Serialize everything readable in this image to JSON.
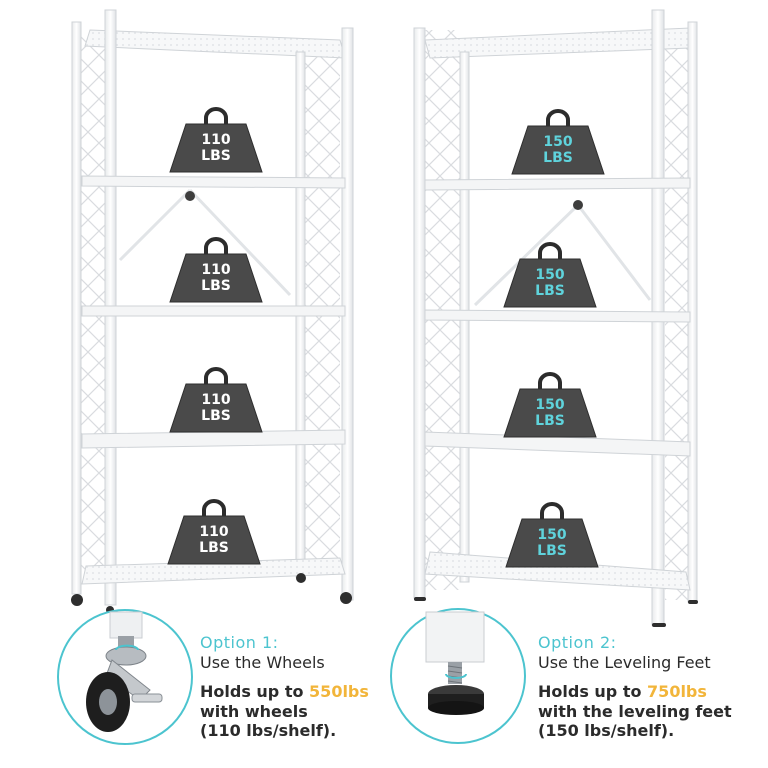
{
  "left_rack": {
    "weights": [
      "110\nLBS",
      "110\nLBS",
      "110\nLBS",
      "110\nLBS"
    ],
    "label_color": "#ffffff"
  },
  "right_rack": {
    "weights": [
      "150\nLBS",
      "150\nLBS",
      "150\nLBS",
      "150\nLBS"
    ],
    "label_color": "#5fd3dc"
  },
  "option1": {
    "title": "Option 1:",
    "subtitle": "Use the Wheels",
    "holds_prefix": "Holds up to ",
    "holds_value": "550lbs",
    "holds_line2": "with wheels",
    "holds_line3": "(110 lbs/shelf).",
    "icon": "caster-wheel-icon"
  },
  "option2": {
    "title": "Option 2:",
    "subtitle": "Use the Leveling Feet",
    "holds_prefix": "Holds up to ",
    "holds_value": "750lbs",
    "holds_line2": "with the leveling feet",
    "holds_line3": "(150 lbs/shelf).",
    "icon": "leveling-foot-icon"
  },
  "colors": {
    "accent": "#4cc4cf",
    "highlight": "#f2b53a",
    "weight_body": "#4a4a4a",
    "frame": "#ffffff",
    "frame_edge": "#d6d9dc"
  }
}
